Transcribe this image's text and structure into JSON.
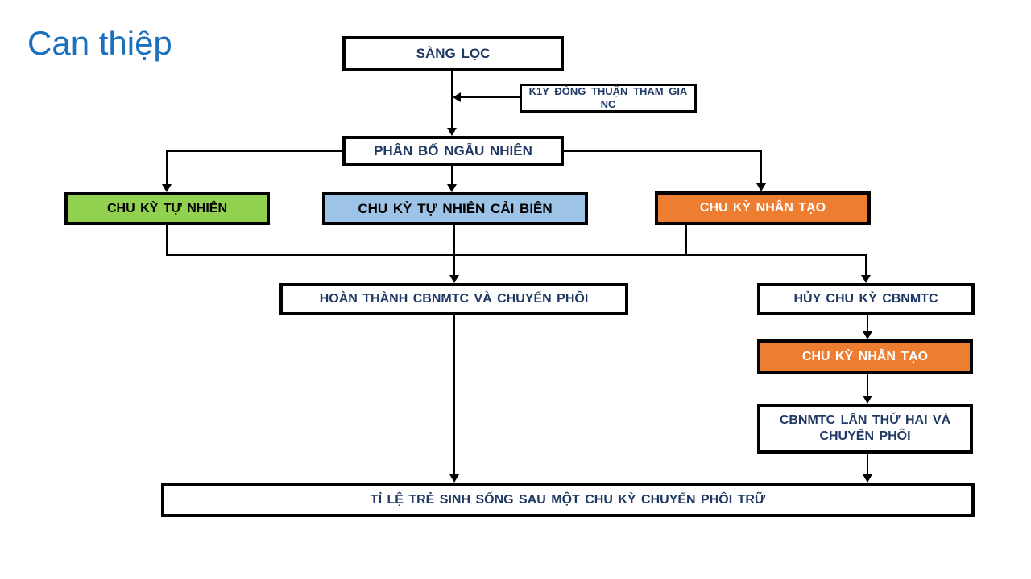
{
  "slide": {
    "title": "Can thiệp"
  },
  "colors": {
    "title_blue": "#1B6FBF",
    "navy_text": "#1F3864",
    "green_fill": "#92D050",
    "light_blue_fill": "#9DC3E6",
    "orange_fill": "#ED7D31",
    "line_black": "#000000"
  },
  "flowchart": {
    "screening": {
      "label": "SÀNG LỌC"
    },
    "consent": {
      "label": "K1Y ĐỒNG THUẬN THAM GIA NC"
    },
    "randomization": {
      "label": "PHÂN BỐ NGẪU NHIÊN"
    },
    "natural_cycle": {
      "label": "CHU KỲ TỰ NHIÊN"
    },
    "modified_natural_cycle": {
      "label": "CHU KỲ TỰ NHIÊN CẢI BIÊN"
    },
    "artificial_cycle": {
      "label": "CHU KỲ NHÂN TẠO"
    },
    "complete_prep_transfer": {
      "label": "HOÀN THÀNH CBNMTC VÀ CHUYỂN PHÔI"
    },
    "cancel_cycle": {
      "label": "HỦY CHU KỲ CBNMTC"
    },
    "artificial_cycle_second": {
      "label": "CHU KỲ NHÂN TẠO"
    },
    "second_prep_transfer": {
      "label": "CBNMTC LẦN THỨ HAI VÀ CHUYỂN PHÔI"
    },
    "outcome": {
      "label": "TỈ LỆ TRẺ SINH SỐNG SAU MỘT CHU KỲ CHUYỂN PHÔI TRỮ"
    }
  }
}
